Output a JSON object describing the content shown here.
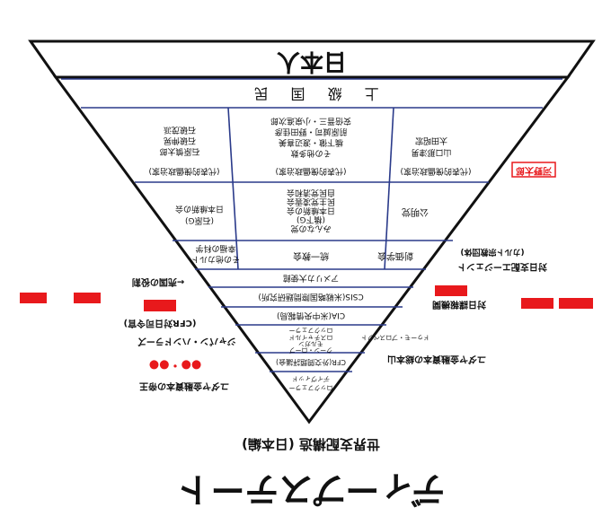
{
  "pyramid": {
    "top_label": "日本人",
    "band1_label": "上 級 国 民",
    "row1": [
      {
        "lines": [
          "石破茂派",
          "石破伸晃",
          "石原慎太郎"
        ]
      },
      {
        "lines": [
          "安倍晋三・小泉進次郎",
          "前原誠司・野田佳彦",
          "橋下徹・渡辺喜美",
          "その他多数"
        ]
      },
      {
        "lines": [
          "太田昭宏",
          "山口那津男"
        ]
      }
    ],
    "row1_captions": [
      "(代表的傀儡政治家)",
      "(代表的傀儡政治家)",
      "(代表的傀儡政治家)"
    ],
    "row2": [
      {
        "lines": [
          "日本維新の会",
          "(石原G)"
        ]
      },
      {
        "lines": [
          "自民党清和会",
          "民主党凌雲会",
          "日本維新の会",
          "(橋下G)",
          "みんなの党"
        ]
      },
      {
        "lines": [
          "公明党"
        ]
      }
    ],
    "row3": [
      {
        "lines": [
          "幸福の科学",
          "その他カルト"
        ]
      },
      {
        "lines": [
          "統一教会"
        ]
      },
      {
        "lines": [
          "創価学会"
        ]
      }
    ],
    "row4_label": "アメリカ大使館",
    "row5_lines": [
      "CSIS(米戦略国際問題研究所)"
    ],
    "row6_lines": [
      "CIA(米中央情報局)"
    ],
    "row7_lines": [
      "ロックフェラー",
      "ロスチャイルド",
      "モルガン",
      "クーン・ローブ"
    ],
    "row8_lines": [
      "CFR(外交問題評議会)"
    ],
    "row9_lines": [
      "デイヴィッド",
      "ロックフェラー"
    ],
    "bottom_caption": "世界支配構造 (日本編)"
  },
  "side_labels": {
    "left": [
      {
        "text": "←売国の役割",
        "red": false
      },
      {
        "text": "ジャパン・ハンドラーズ",
        "red": false
      },
      {
        "text": "(CFR対日司令官)",
        "red": false
      },
      {
        "text": "●●・●●",
        "red": true
      },
      {
        "text": "ユダヤ金融資本の帝王",
        "red": false
      }
    ],
    "right": [
      {
        "text": "河野太郎",
        "red": true
      },
      {
        "text": "(カルト宗教団体)",
        "red": false
      },
      {
        "text": "対日支配エージェント",
        "red": false
      },
      {
        "text": "対日諜報機関",
        "red": false
      },
      {
        "text": "ユダヤ金融資本の総本山",
        "red": false
      },
      {
        "text": "ドゥーモ・プロスペクト",
        "red": false
      }
    ]
  },
  "footer_title": "ディープステート"
}
